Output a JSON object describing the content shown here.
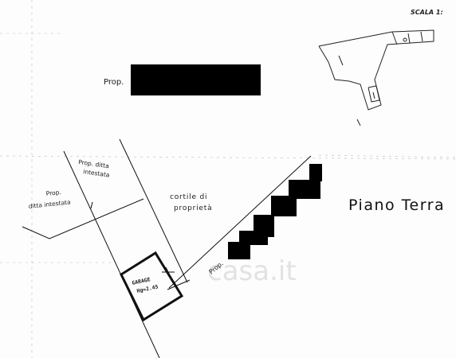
{
  "scale_label": "SCALA 1:",
  "floor_label": "Piano Terra",
  "watermark": "casa.it",
  "labels": {
    "prop_top": "Prop.",
    "prop_ditta_left_line1": "Prop.",
    "prop_ditta_left_line2": "ditta intestata",
    "prop_ditta_center_line1": "Prop. ditta",
    "prop_ditta_center_line2": "intestata",
    "cortile_line1": "cortile di",
    "cortile_line2": "proprietà",
    "prop_diag": "Prop.",
    "garage_line1": "GARAGE",
    "garage_line2": "Hg=2.45"
  },
  "colors": {
    "ink": "#111111",
    "redaction": "#000000",
    "watermark": "#d8d8d8"
  }
}
